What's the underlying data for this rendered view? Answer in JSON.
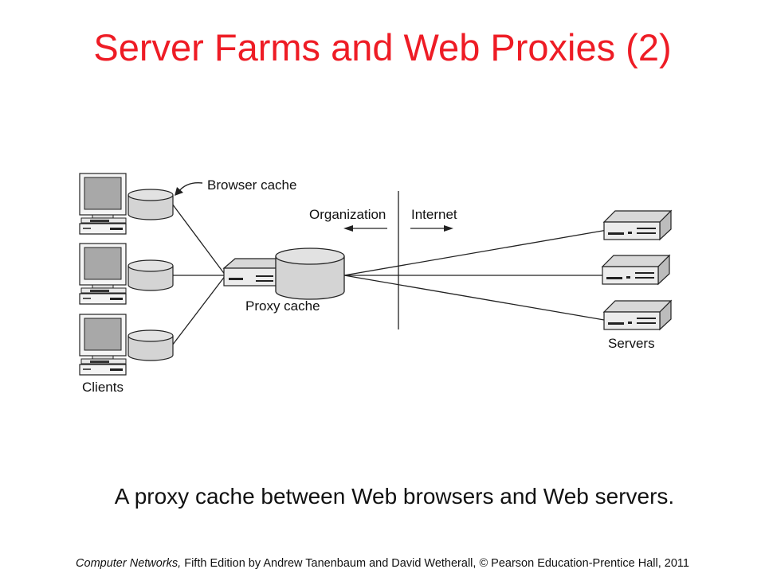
{
  "slide": {
    "title": "Server Farms and Web Proxies (2)",
    "caption": "A proxy cache between Web browsers and Web servers.",
    "footer_book": "Computer Networks,",
    "footer_rest": " Fifth Edition by Andrew Tanenbaum and David Wetherall, © Pearson Education-Prentice Hall, 2011"
  },
  "diagram": {
    "labels": {
      "browser_cache": "Browser cache",
      "organization": "Organization",
      "internet": "Internet",
      "proxy_cache": "Proxy cache",
      "servers": "Servers",
      "clients": "Clients"
    },
    "icons": [
      "computer-icon",
      "disk-icon",
      "proxy-box-icon",
      "server-icon",
      "arrow-left-icon",
      "arrow-right-icon"
    ]
  }
}
